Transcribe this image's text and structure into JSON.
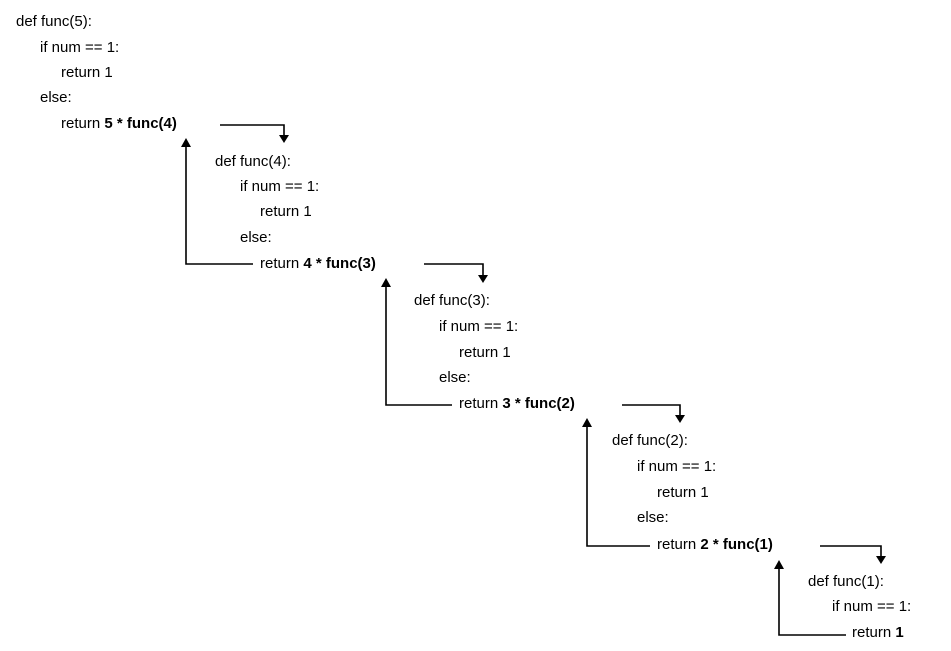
{
  "blocks": [
    {
      "def": "def func(5):",
      "cond": "if num == 1:",
      "base": "return 1",
      "else": "else:",
      "ret_prefix": "return ",
      "ret_bold": "5 * func(4)"
    },
    {
      "def": "def func(4):",
      "cond": "if num == 1:",
      "base": "return 1",
      "else": "else:",
      "ret_prefix": "return ",
      "ret_bold": "4 * func(3)"
    },
    {
      "def": "def func(3):",
      "cond": "if num == 1:",
      "base": "return 1",
      "else": "else:",
      "ret_prefix": "return ",
      "ret_bold": "3 * func(2)"
    },
    {
      "def": "def func(2):",
      "cond": "if num == 1:",
      "base": "return 1",
      "else": "else:",
      "ret_prefix": "return ",
      "ret_bold": "2 * func(1)"
    },
    {
      "def": "def func(1):",
      "cond": "if num == 1:",
      "ret_prefix": "return ",
      "ret_bold": "1"
    }
  ]
}
